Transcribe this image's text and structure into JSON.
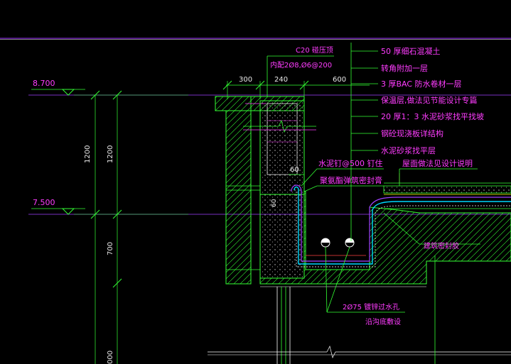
{
  "colors": {
    "background": "#000000",
    "green": "#33ff33",
    "yellow": "#ffff00",
    "magenta": "#ff3cff",
    "cyan": "#00d8ff",
    "white": "#e8e8e8",
    "red": "#ff4040",
    "purple": "#a040ff"
  },
  "elevations": {
    "upper": "8.700",
    "lower": "7.500"
  },
  "dims_top": {
    "d1": "300",
    "d2": "240",
    "d3": "600"
  },
  "dims_vertical": {
    "outer_1": "1200",
    "inner_1": "1200",
    "lower_span": "700",
    "bottom_value": "000"
  },
  "dims_local": {
    "gutter_side": "60",
    "wall_small": "60"
  },
  "top_notes": {
    "concrete_grade": "C20 碰压顶",
    "rebar": "内配2Ø8,Ø6@200"
  },
  "layers": [
    "50 厚细石混凝土",
    "转角附加一层",
    "3 厚BAC 防水卷材一层",
    "保温层,做法见节能设计专篇",
    "20 厚1：3 水泥砂浆找平找坡",
    "钢砼现浇板详结构",
    "水泥砂浆找平层"
  ],
  "callouts": {
    "nail": "水泥钉@500  钉住",
    "sealant": "聚氨酯弹筑密封膏",
    "roof_note": "屋面做法见设计说明",
    "seal_glue": "建筑密封胶",
    "pipe": "2Ø75  镀锌过水孔",
    "pipe_note": "沿沟底敷设"
  }
}
